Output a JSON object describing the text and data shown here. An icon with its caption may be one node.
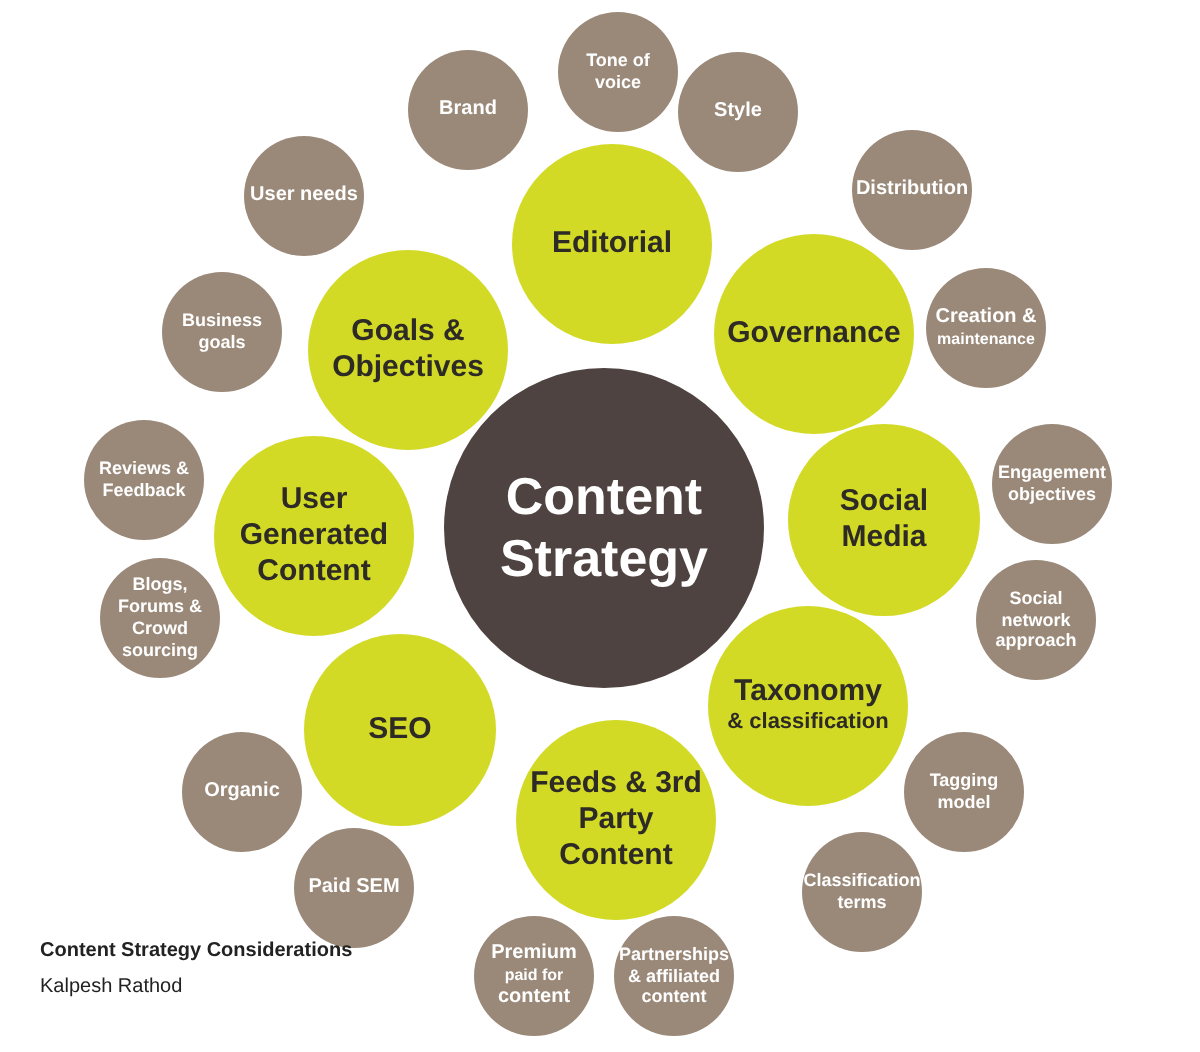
{
  "diagram": {
    "nodes": [
      {
        "text": [
          "Content Strategy"
        ]
      },
      {
        "text": [
          "Editorial"
        ]
      },
      {
        "text": [
          "Governance"
        ]
      },
      {
        "text": [
          "Social Media"
        ]
      },
      {
        "text": [
          "Taxonomy",
          "& classification"
        ]
      },
      {
        "text": [
          "Feeds & 3rd Party Content"
        ]
      },
      {
        "text": [
          "SEO"
        ]
      },
      {
        "text": [
          "User Generated Content"
        ]
      },
      {
        "text": [
          "Goals & Objectives"
        ]
      },
      {
        "text": [
          "Tone of voice"
        ]
      },
      {
        "text": [
          "Brand"
        ]
      },
      {
        "text": [
          "Style"
        ]
      },
      {
        "text": [
          "User needs"
        ]
      },
      {
        "text": [
          "Distribution"
        ]
      },
      {
        "text": [
          "Business goals"
        ]
      },
      {
        "text": [
          "Creation &",
          "maintenance"
        ]
      },
      {
        "text": [
          "Reviews & Feedback"
        ]
      },
      {
        "text": [
          "Engagement objectives"
        ]
      },
      {
        "text": [
          "Blogs, Forums & Crowd sourcing"
        ]
      },
      {
        "text": [
          "Social network approach"
        ]
      },
      {
        "text": [
          "Organic"
        ]
      },
      {
        "text": [
          "Tagging model"
        ]
      },
      {
        "text": [
          "Paid SEM"
        ]
      },
      {
        "text": [
          "Classification terms"
        ]
      },
      {
        "text": [
          "Premium",
          "paid for",
          "content"
        ]
      },
      {
        "text": [
          "Partnerships & affiliated content"
        ]
      }
    ],
    "labels": [
      "Content Strategy Considerations",
      "Kalpesh Rathod"
    ]
  }
}
